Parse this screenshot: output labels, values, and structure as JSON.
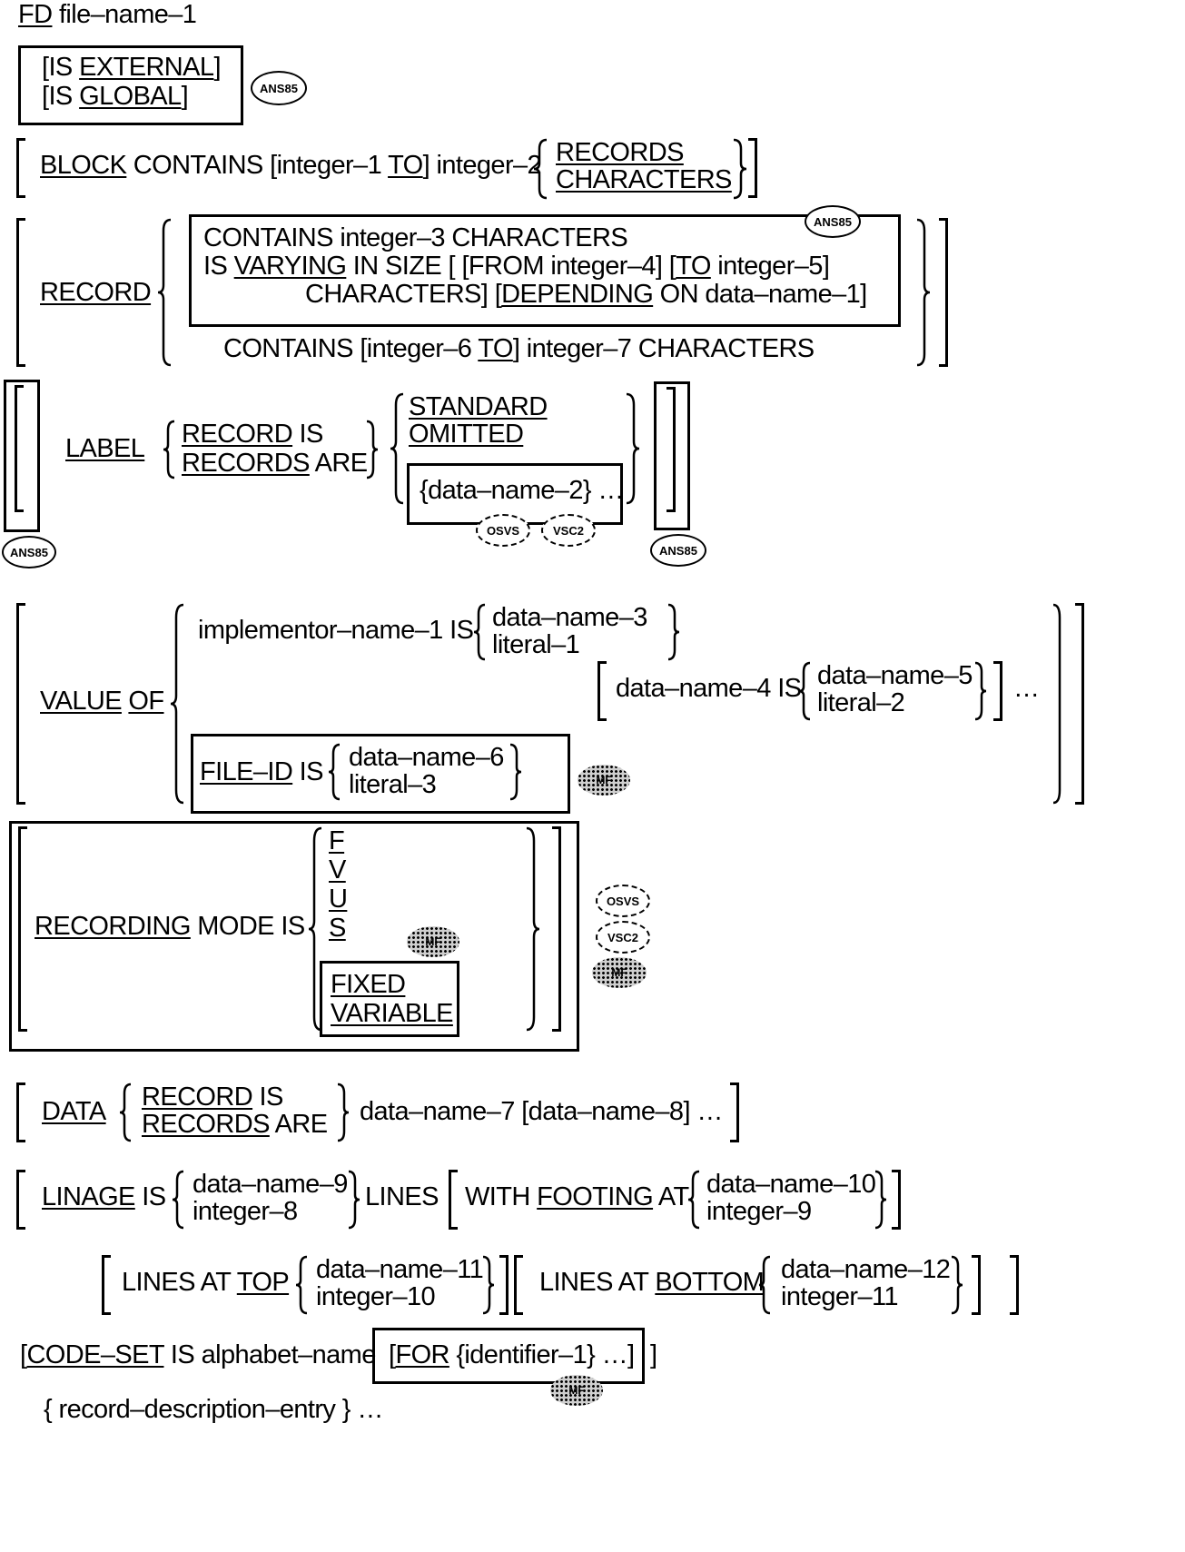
{
  "header": {
    "fd": "FD",
    "file_name": "file–name–1"
  },
  "external_global": {
    "is1": "[IS ",
    "external": "EXTERNAL",
    "end1": "]",
    "is2": "[IS ",
    "global": "GLOBAL",
    "end2": "]"
  },
  "block_contains": {
    "block": "BLOCK",
    "contains": " CONTAINS [integer–1 ",
    "to": "TO",
    "rest": "] integer–2",
    "records": "RECORDS",
    "characters": "CHARACTERS"
  },
  "record_clause": {
    "record": "RECORD",
    "contains1": "CONTAINS integer–3 CHARACTERS",
    "is": "IS ",
    "varying": "VARYING",
    "in_size": " IN SIZE [ [FROM integer–4] [",
    "to": "TO",
    "int5": " integer–5]",
    "characters": "CHARACTERS] [",
    "depending": "DEPENDING",
    "on_dn1": " ON data–name–1]",
    "contains2a": "CONTAINS [integer–6 ",
    "to2": "TO",
    "contains2b": "] integer–7 CHARACTERS"
  },
  "label_clause": {
    "label": "LABEL",
    "record": "RECORD",
    "is": " IS",
    "records": "RECORDS",
    "are": " ARE",
    "standard": "STANDARD",
    "omitted": "OMITTED",
    "data_name_2": "{data–name–2}  …"
  },
  "value_of": {
    "value": "VALUE",
    "of": "OF",
    "impl": "implementor–name–1 IS",
    "dn3": "data–name–3",
    "lit1": "literal–1",
    "dn4": "data–name–4 IS",
    "dn5": "data–name–5",
    "lit2": "literal–2",
    "ellipsis": "…",
    "file_id": "FILE–ID",
    "file_id_is": " IS",
    "dn6": "data–name–6",
    "lit3": "literal–3"
  },
  "recording_mode": {
    "recording": "RECORDING",
    "mode_is": " MODE IS",
    "f": "F",
    "v": "V",
    "u": "U",
    "s": "S",
    "fixed": "FIXED",
    "variable": "VARIABLE"
  },
  "data_clause": {
    "data": "DATA",
    "record": "RECORD",
    "is": " IS",
    "records": "RECORDS",
    "are": " ARE",
    "rest": "data–name–7 [data–name–8]  …"
  },
  "linage": {
    "linage": "LINAGE",
    "is": " IS",
    "dn9": "data–name–9",
    "int8": "integer–8",
    "lines": "LINES",
    "with": "WITH ",
    "footing": "FOOTING",
    "at": " AT",
    "dn10": "data–name–10",
    "int9": "integer–9",
    "lines_at": "LINES AT ",
    "top": "TOP",
    "dn11": "data–name–11",
    "int10": "integer–10",
    "lines_at2": "LINES AT ",
    "bottom": "BOTTOM",
    "dn12": "data–name–12",
    "int11": "integer–11"
  },
  "code_set": {
    "open": "[",
    "code_set": "CODE–SET",
    "rest": " IS alphabet–name",
    "for_open": "[",
    "for": "FOR",
    "for_rest": " {identifier–1}  …]",
    "close": "]"
  },
  "record_desc": {
    "text": "{ record–description–entry }  …"
  },
  "badges": {
    "ans85": "ANS85",
    "osvs": "OSVS",
    "vsc2": "VSC2",
    "mf": "MF"
  }
}
